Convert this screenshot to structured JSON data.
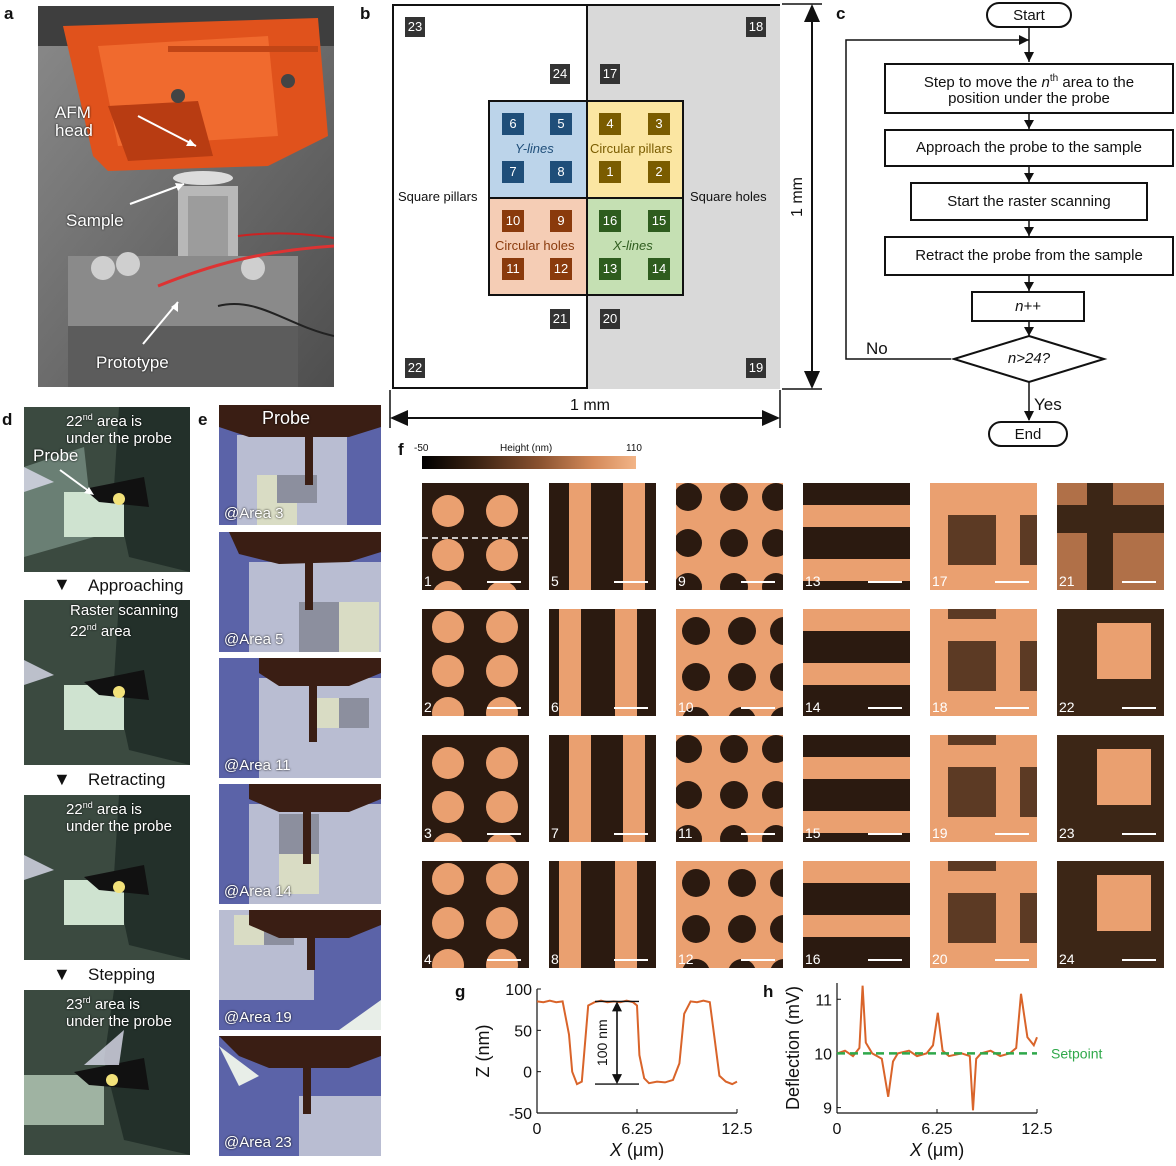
{
  "panel_labels": {
    "a": "a",
    "b": "b",
    "c": "c",
    "d": "d",
    "e": "e",
    "f": "f",
    "g": "g",
    "h": "h"
  },
  "panel_a": {
    "afm_head": "AFM\nhead",
    "sample": "Sample",
    "prototype": "Prototype",
    "colors": {
      "afm_body": "#e0521c",
      "background": "#6c6c6c"
    }
  },
  "panel_b": {
    "scale_vertical": "1 mm",
    "scale_horizontal": "1 mm",
    "square_pillars": "Square pillars",
    "square_holes": "Square holes",
    "y_lines": "Y-lines",
    "circular_pillars": "Circular pillars",
    "circular_holes": "Circular holes",
    "x_lines": "X-lines",
    "corner_badges": [
      "23",
      "18",
      "22",
      "19"
    ],
    "inner_badges": [
      "24",
      "17",
      "21",
      "20"
    ],
    "quadrants": {
      "y_lines": {
        "badges": [
          "6",
          "5",
          "7",
          "8"
        ],
        "fill": "#bcd4ea",
        "badge_color": "#1f4e79"
      },
      "circular_pillars": {
        "badges": [
          "4",
          "3",
          "1",
          "2"
        ],
        "fill": "#fbe6a2",
        "badge_color": "#7a5c00"
      },
      "circular_holes": {
        "badges": [
          "10",
          "9",
          "11",
          "12"
        ],
        "fill": "#f5cdb5",
        "badge_color": "#8a3a0c"
      },
      "x_lines": {
        "badges": [
          "16",
          "15",
          "13",
          "14"
        ],
        "fill": "#c5e0b3",
        "badge_color": "#2e5c1e"
      }
    },
    "colors": {
      "right_half": "#d9d9d9",
      "badge": "#333333"
    }
  },
  "panel_c": {
    "start": "Start",
    "step1_pre": "Step to move the ",
    "step1_n": "n",
    "step1_sup": "th",
    "step1_post": " area to the position under the probe",
    "step2": "Approach the probe to the sample",
    "step3": "Start the raster scanning",
    "step4": "Retract the probe from the sample",
    "step5": "n++",
    "decision": "n>24?",
    "no": "No",
    "yes": "Yes",
    "end": "End"
  },
  "panel_d": {
    "frames": [
      {
        "pre": "22",
        "sup": "nd",
        "post": " area is\nunder the probe",
        "probe_label": "Probe"
      },
      {
        "line1": "Raster scanning",
        "pre": "22",
        "sup": "nd",
        "post": " area"
      },
      {
        "pre": "22",
        "sup": "nd",
        "post": " area is\nunder the probe"
      },
      {
        "pre": "23",
        "sup": "rd",
        "post": " area is\nunder the probe"
      }
    ],
    "steps": [
      "Approaching",
      "Retracting",
      "Stepping"
    ]
  },
  "panel_e": {
    "probe_label": "Probe",
    "frames": [
      "@Area 3",
      "@Area 5",
      "@Area 11",
      "@Area 14",
      "@Area 19",
      "@Area 23"
    ]
  },
  "panel_f": {
    "colorbar_min": "-50",
    "colorbar_label": "Height (nm)",
    "colorbar_max": "110",
    "columns": [
      {
        "pattern": "circular-pillars",
        "tiles": [
          "1",
          "2",
          "3",
          "4"
        ]
      },
      {
        "pattern": "y-lines",
        "tiles": [
          "5",
          "6",
          "7",
          "8"
        ]
      },
      {
        "pattern": "circular-holes",
        "tiles": [
          "9",
          "10",
          "11",
          "12"
        ]
      },
      {
        "pattern": "x-lines",
        "tiles": [
          "13",
          "14",
          "15",
          "16"
        ]
      },
      {
        "pattern": "square-holes",
        "tiles": [
          "17",
          "18",
          "19",
          "20"
        ]
      },
      {
        "pattern": "square-pillars",
        "tiles": [
          "21",
          "22",
          "23",
          "24"
        ]
      }
    ],
    "colors": {
      "high": "#eaa070",
      "low": "#2b1a10"
    }
  },
  "chart_data": [
    {
      "type": "line",
      "panel": "g",
      "xlabel": "X (μm)",
      "ylabel": "Z (nm)",
      "xlim": [
        0,
        12.5
      ],
      "ylim": [
        -50,
        100
      ],
      "x_ticks": [
        "0",
        "6.25",
        "12.5"
      ],
      "y_ticks": [
        "100",
        "50",
        "0",
        "-50"
      ],
      "annotation": "100 nm",
      "series": [
        {
          "color": "#d9642a",
          "x": [
            0,
            0.4,
            0.8,
            1.2,
            1.6,
            2.0,
            2.2,
            2.5,
            2.8,
            3.2,
            3.6,
            4.0,
            4.4,
            4.8,
            5.2,
            5.6,
            6.0,
            6.25,
            6.4,
            6.7,
            7.0,
            7.5,
            8.0,
            8.5,
            8.9,
            9.2,
            9.6,
            10.0,
            10.4,
            10.8,
            11.1,
            11.4,
            11.8,
            12.2,
            12.5
          ],
          "y": [
            85,
            84,
            86,
            84,
            85,
            45,
            0,
            -15,
            -12,
            80,
            84,
            86,
            84,
            85,
            84,
            86,
            84,
            80,
            20,
            -8,
            -14,
            -12,
            -13,
            -10,
            10,
            70,
            85,
            84,
            86,
            84,
            40,
            -5,
            -12,
            -15,
            -12
          ]
        }
      ]
    },
    {
      "type": "line",
      "panel": "h",
      "xlabel": "X (μm)",
      "ylabel": "Deflection (mV)",
      "xlim": [
        0,
        12.5
      ],
      "ylim": [
        8.9,
        11.3
      ],
      "x_ticks": [
        "0",
        "6.25",
        "12.5"
      ],
      "y_ticks": [
        "11",
        "10",
        "9"
      ],
      "series": [
        {
          "color": "#d9642a",
          "x": [
            0,
            0.5,
            1.0,
            1.4,
            1.6,
            1.8,
            2.2,
            2.8,
            3.2,
            3.5,
            3.8,
            4.5,
            5.0,
            5.6,
            6.0,
            6.3,
            6.6,
            7.0,
            7.8,
            8.3,
            8.5,
            8.7,
            9.0,
            9.6,
            10.2,
            10.8,
            11.2,
            11.5,
            11.9,
            12.3,
            12.5
          ],
          "y": [
            10.0,
            10.05,
            9.95,
            10.1,
            11.25,
            10.2,
            10.0,
            9.9,
            9.2,
            9.85,
            10.0,
            10.05,
            9.95,
            10.0,
            10.15,
            10.75,
            10.05,
            9.95,
            10.0,
            9.95,
            8.95,
            9.9,
            10.0,
            10.05,
            9.95,
            10.0,
            10.1,
            11.1,
            10.3,
            10.15,
            10.3
          ]
        },
        {
          "name": "Setpoint",
          "color": "#2fa84a",
          "style": "dashed",
          "x": [
            0,
            12.5
          ],
          "y": [
            10,
            10
          ]
        }
      ]
    }
  ]
}
